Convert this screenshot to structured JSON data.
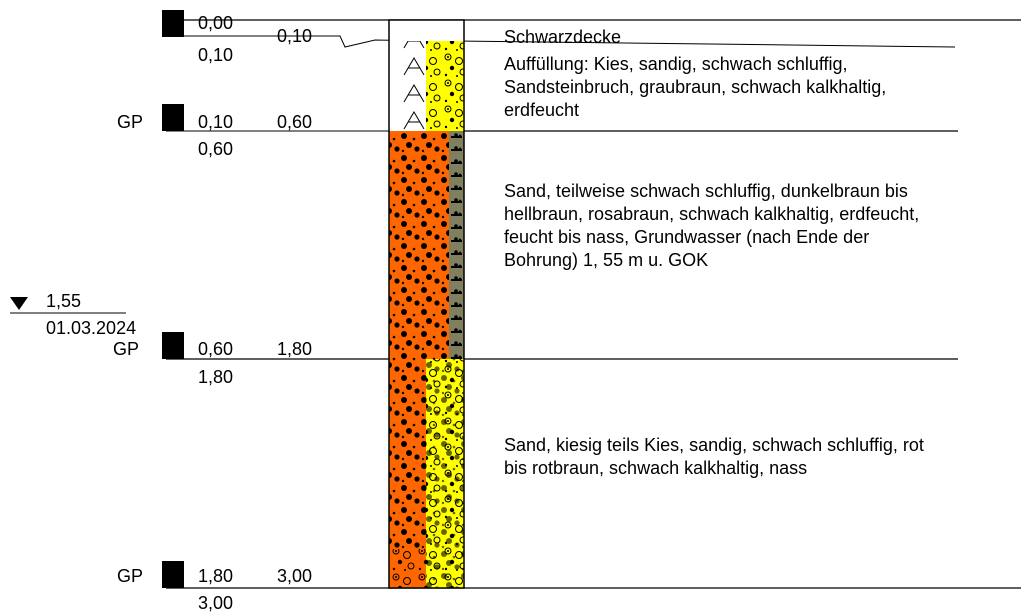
{
  "profile": {
    "top_depth": "0,00",
    "layers": [
      {
        "base_label": "0,10",
        "top_label_below": "0,10",
        "description": "Schwarzdecke"
      },
      {
        "sample_code": "GP",
        "sample_from": "0,10",
        "sample_to": "0,60",
        "top_label_below": "0,60",
        "description": "Auffüllung: Kies, sandig, schwach schluffig, Sandsteinbruch, graubraun, schwach kalkhaltig, erdfeucht"
      },
      {
        "sample_code": "GP",
        "sample_from": "0,60",
        "sample_to": "1,80",
        "top_label_below": "1,80",
        "description": "Sand, teilweise schwach schluffig, dunkelbraun bis hellbraun, rosabraun, schwach kalkhaltig, erdfeucht, feucht bis nass, Grundwasser (nach Ende der Bohrung) 1, 55 m u. GOK"
      },
      {
        "sample_code": "GP",
        "sample_from": "1,80",
        "sample_to": "3,00",
        "top_label_below": "3,00",
        "description": "Sand, kiesig teils Kies, sandig, schwach schluffig, rot bis rotbraun, schwach kalkhaltig, nass"
      }
    ],
    "groundwater": {
      "depth": "1,55",
      "date": "01.03.2024"
    }
  },
  "colors": {
    "orange": "#ff6600",
    "yellow": "#ffff00",
    "olive": "#808060",
    "black": "#000000"
  }
}
